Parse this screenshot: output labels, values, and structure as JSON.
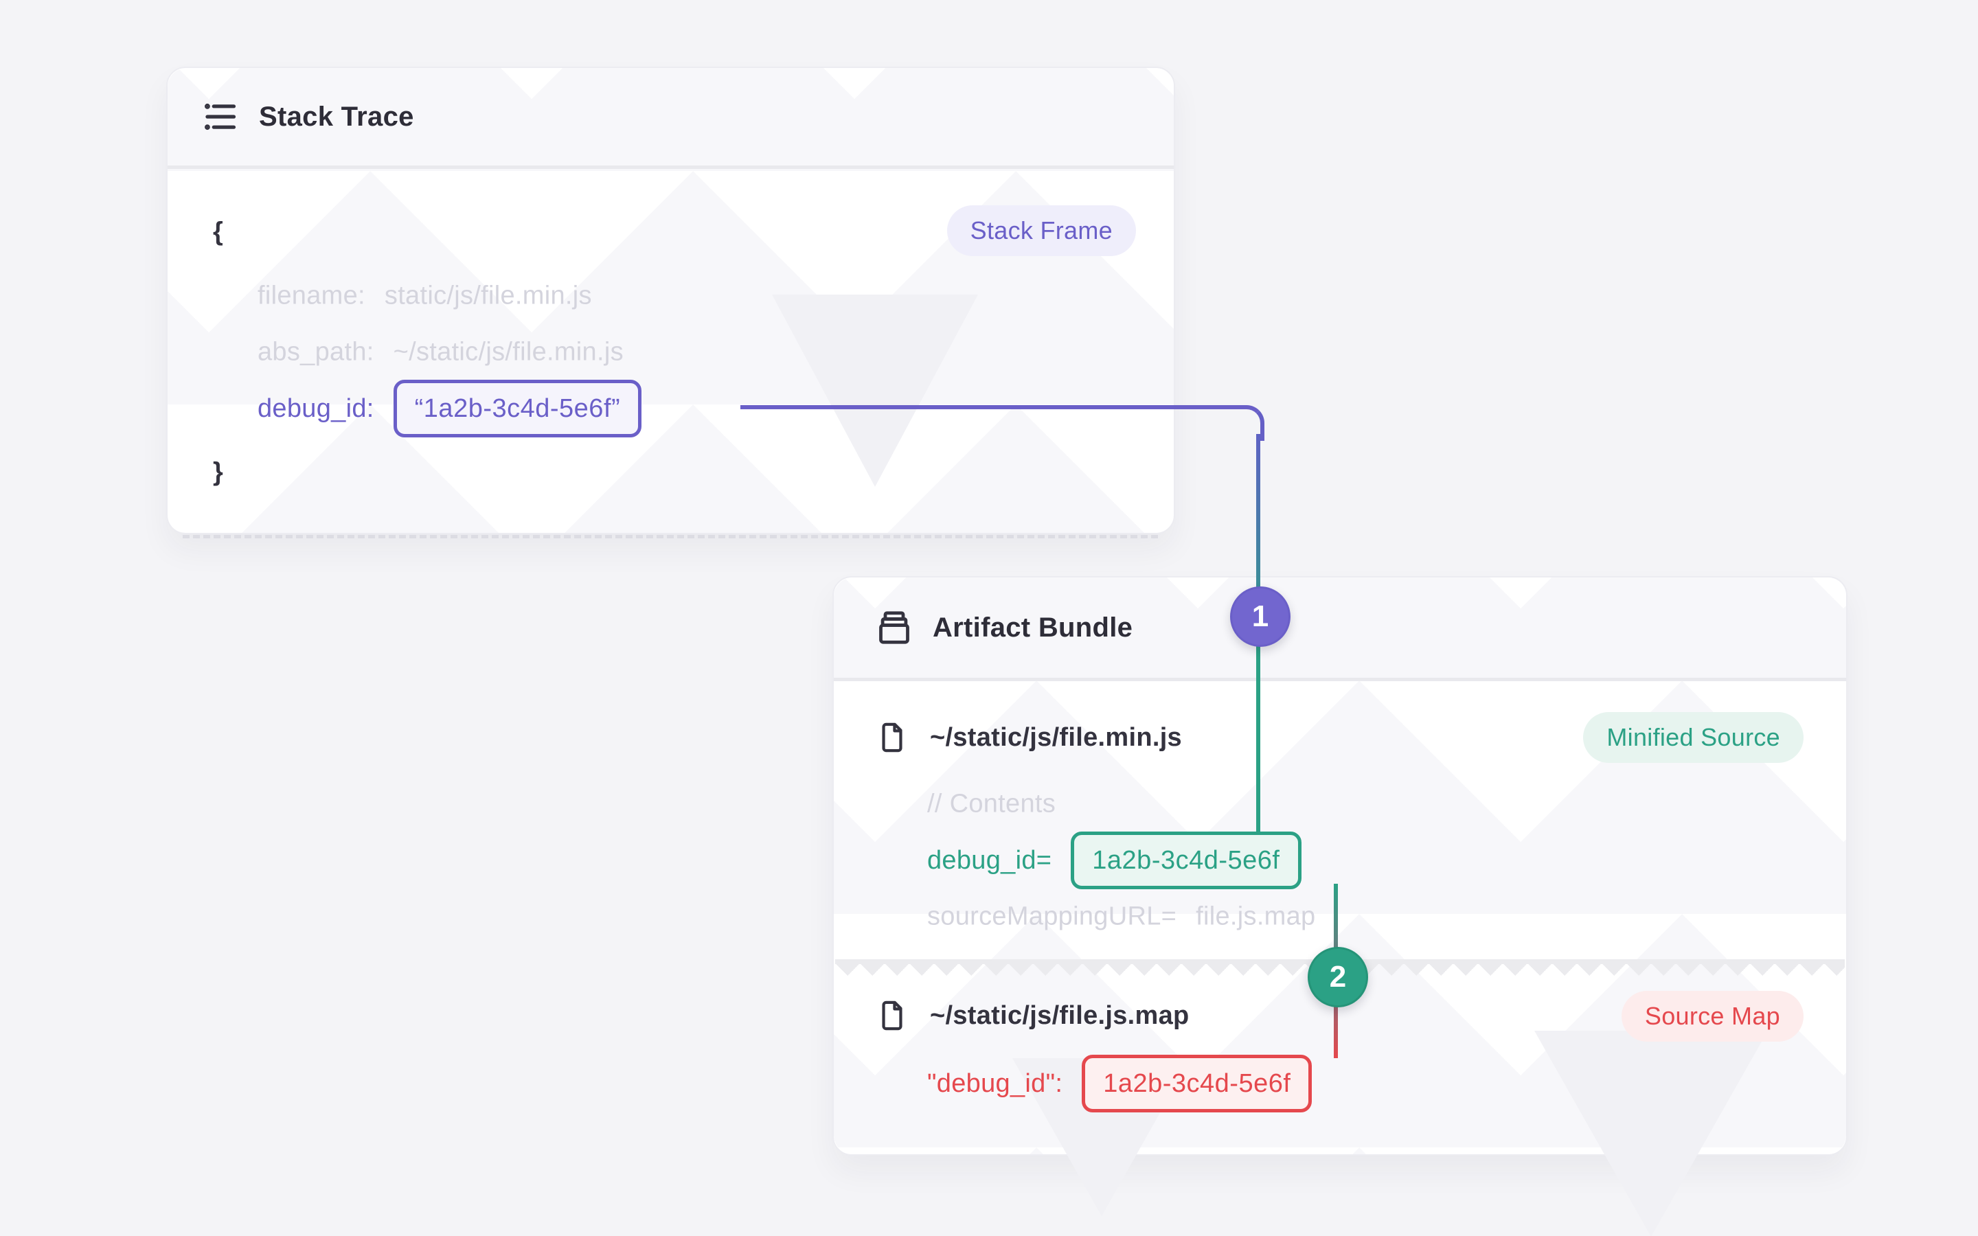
{
  "colors": {
    "purple": "#6A5FC8",
    "green": "#2BA185",
    "red": "#E5484D",
    "page_bg": "#F4F4F7",
    "card_bg": "#FFFFFF"
  },
  "stack_trace": {
    "title": "Stack Trace",
    "frame_badge": "Stack Frame",
    "brace_open": "{",
    "brace_close": "}",
    "filename_key": "filename:",
    "filename_value": "static/js/file.min.js",
    "abs_path_key": "abs_path:",
    "abs_path_value": "~/static/js/file.min.js",
    "debug_id_key": "debug_id:",
    "debug_id_value": "“1a2b-3c4d-5e6f”"
  },
  "artifact_bundle": {
    "title": "Artifact Bundle",
    "minified": {
      "path": "~/static/js/file.min.js",
      "badge": "Minified Source",
      "comment": "// Contents",
      "debug_key": "debug_id=",
      "debug_value": "1a2b-3c4d-5e6f",
      "mapping_key": "sourceMappingURL=",
      "mapping_value": "file.js.map"
    },
    "sourcemap": {
      "path": "~/static/js/file.js.map",
      "badge": "Source Map",
      "debug_key": "\"debug_id\":",
      "debug_value": "1a2b-3c4d-5e6f"
    }
  },
  "markers": {
    "one": "1",
    "two": "2"
  }
}
